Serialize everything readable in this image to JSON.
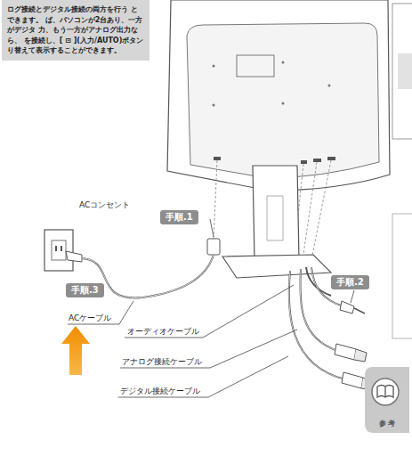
{
  "diagram": {
    "nodes": [
      {
        "text": [
          "ログ接続とデジタル接続の両方を行う とできます。 ば、パソコンが2台あり、一方がデジタ 力、もう一方がアナログ出力なら、 を接続し、[ ⊡ ](入力/AUTO)ボタン り替えて表示することができます。"
        ]
      },
      {
        "text": [
          "手順.1"
        ]
      },
      {
        "text": [
          "手順.3"
        ]
      },
      {
        "text": [
          "手順.2"
        ]
      },
      {
        "text": [
          "参 考"
        ]
      }
    ],
    "labels": [
      "ACコンセント",
      "ACケーブル",
      "オーディオケーブル",
      "アナログ接続ケーブル",
      "デジタル接続ケーブル"
    ]
  }
}
